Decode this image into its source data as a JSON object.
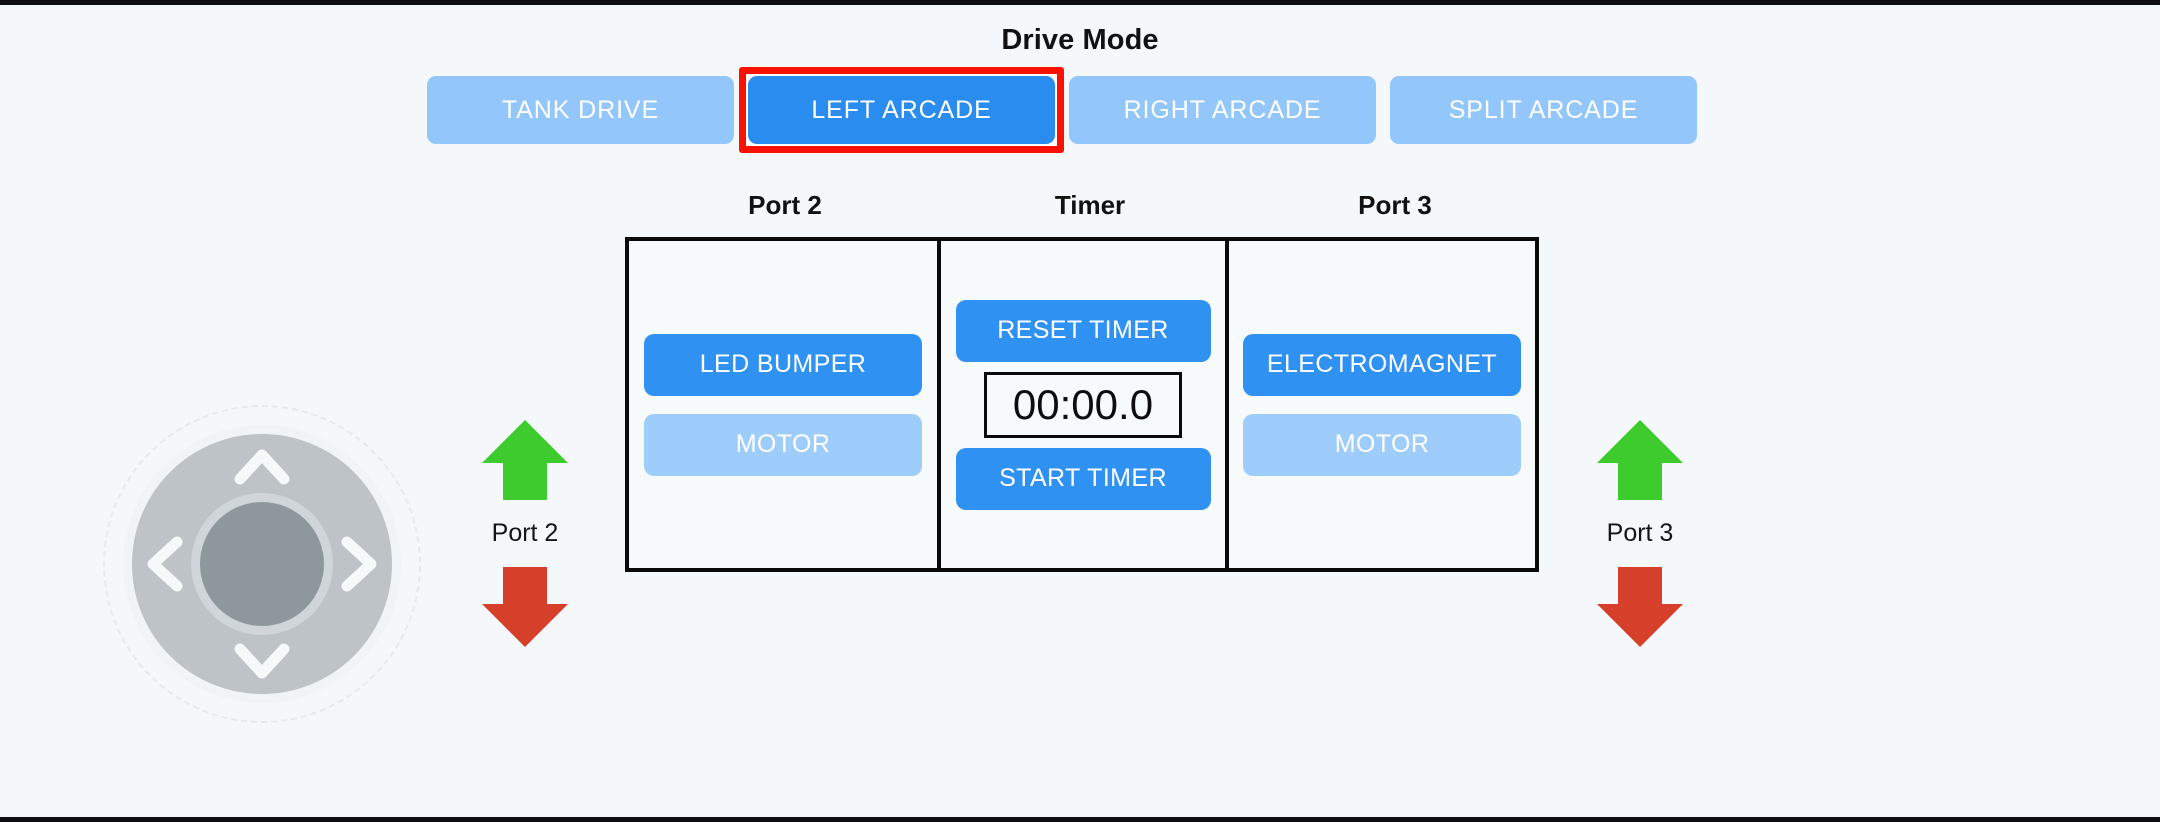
{
  "app": {
    "background_color": "#f4f8fa"
  },
  "drive_mode": {
    "title": "Drive Mode",
    "selected": "LEFT ARCADE",
    "selection_highlight_color": "#fb1100",
    "active_color": "#2b8cf0",
    "inactive_color": "#93c7fb",
    "options": [
      {
        "label": "TANK DRIVE",
        "active": false
      },
      {
        "label": "LEFT ARCADE",
        "active": true
      },
      {
        "label": "RIGHT ARCADE",
        "active": false
      },
      {
        "label": "SPLIT ARCADE",
        "active": false
      }
    ]
  },
  "panel_labels": {
    "port2": "Port 2",
    "timer": "Timer",
    "port3": "Port 3"
  },
  "port2_panel": {
    "buttons": [
      {
        "label": "LED BUMPER",
        "style": "primary"
      },
      {
        "label": "MOTOR",
        "style": "secondary"
      }
    ]
  },
  "timer_panel": {
    "reset_label": "RESET TIMER",
    "start_label": "START TIMER",
    "display_value": "00:00.0"
  },
  "port3_panel": {
    "buttons": [
      {
        "label": "ELECTROMAGNET",
        "style": "primary"
      },
      {
        "label": "MOTOR",
        "style": "secondary"
      }
    ]
  },
  "dpad": {
    "ring_color": "#bdc3c6",
    "center_color": "#8e989c",
    "arrow_color": "#f6f9fa",
    "directions": [
      "up",
      "left",
      "right",
      "down"
    ]
  },
  "port_controls": {
    "left": {
      "label": "Port 2",
      "up_color": "#3dcb2e",
      "down_color": "#d6402a"
    },
    "right": {
      "label": "Port 3",
      "up_color": "#3dcb2e",
      "down_color": "#d6402a"
    }
  }
}
